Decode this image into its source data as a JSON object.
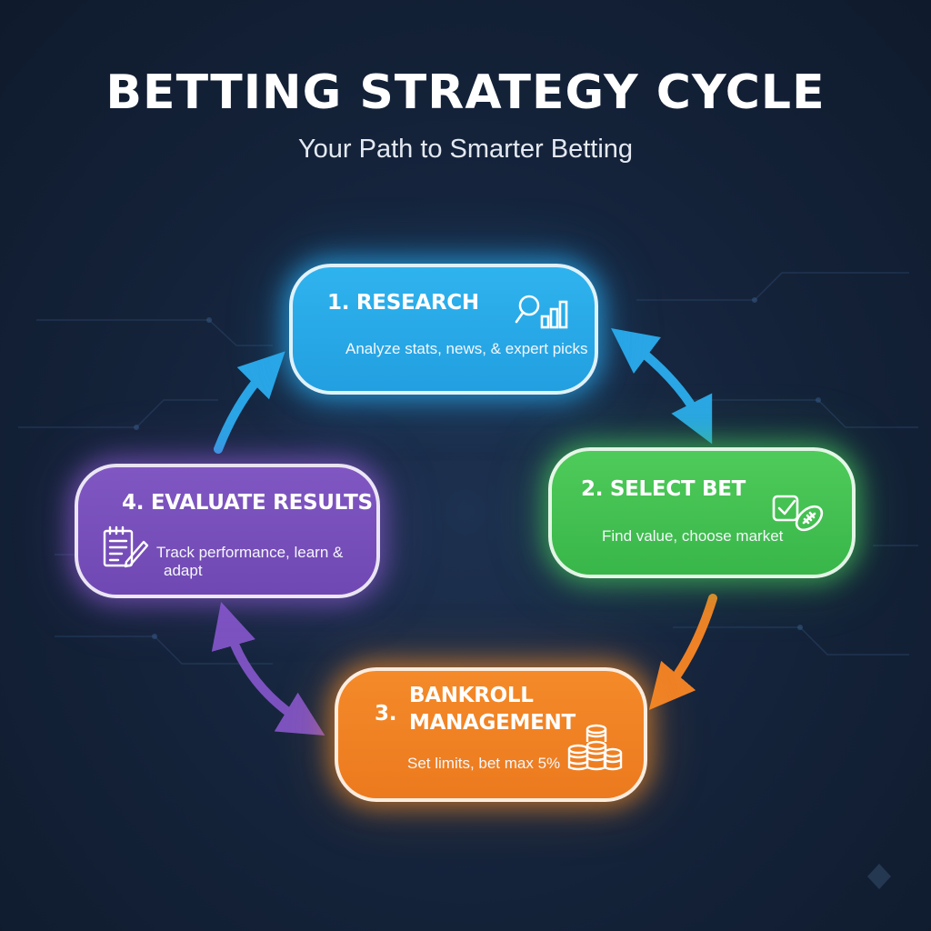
{
  "title": "BETTING STRATEGY CYCLE",
  "subtitle": "Your Path to Smarter Betting",
  "colors": {
    "background": "#15243c",
    "research": "#2fb3ee",
    "select_bet": "#4ecb5a",
    "bankroll": "#f48a2a",
    "evaluate": "#7a50bd"
  },
  "steps": [
    {
      "number": "1.",
      "title": "RESEARCH",
      "description": "Analyze stats, news, & expert picks",
      "icon": "magnifier-chart-icon"
    },
    {
      "number": "2.",
      "title": "SELECT BET",
      "description": "Find value, choose market",
      "icon": "checkbox-football-icon"
    },
    {
      "number": "3.",
      "title_line1": "BANKROLL",
      "title_line2": "MANAGEMENT",
      "description": "Set limits, bet max 5%",
      "icon": "coin-stacks-icon"
    },
    {
      "number": "4.",
      "title": "EVALUATE RESULTS",
      "description_line1": "Track performance, learn &",
      "description_line2": "adapt",
      "icon": "notepad-pencil-icon"
    }
  ]
}
